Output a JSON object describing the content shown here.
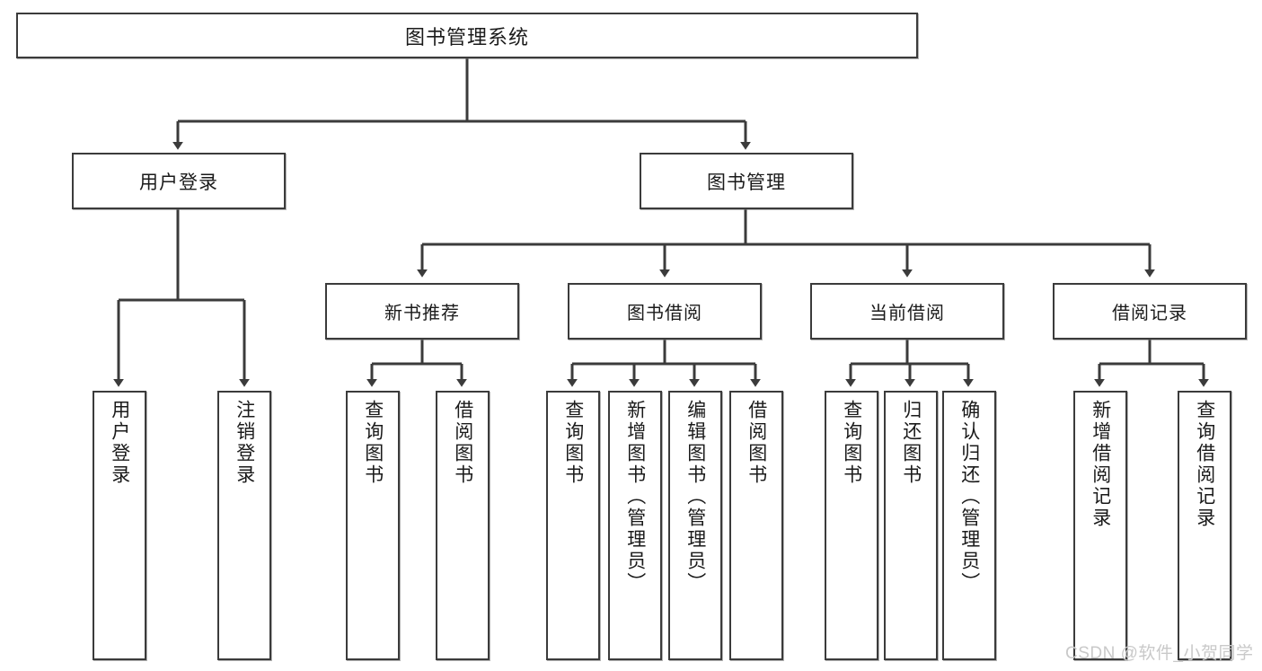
{
  "diagram": {
    "type": "hierarchy-tree",
    "title": "图书管理系统",
    "root": {
      "label": "图书管理系统"
    },
    "level1": [
      {
        "label": "用户登录"
      },
      {
        "label": "图书管理"
      }
    ],
    "level2": [
      {
        "label": "新书推荐"
      },
      {
        "label": "图书借阅"
      },
      {
        "label": "当前借阅"
      },
      {
        "label": "借阅记录"
      }
    ],
    "leaves": {
      "user_login": [
        {
          "label": "用户登录"
        },
        {
          "label": "注销登录"
        }
      ],
      "new_book_recommend": [
        {
          "label": "查询图书"
        },
        {
          "label": "借阅图书"
        }
      ],
      "book_borrow": [
        {
          "label": "查询图书"
        },
        {
          "label": "新增图书（管理员）"
        },
        {
          "label": "编辑图书（管理员）"
        },
        {
          "label": "借阅图书"
        }
      ],
      "current_borrow": [
        {
          "label": "查询图书"
        },
        {
          "label": "归还图书"
        },
        {
          "label": "确认归还（管理员）"
        }
      ],
      "borrow_record": [
        {
          "label": "新增借阅记录"
        },
        {
          "label": "查询借阅记录"
        }
      ]
    }
  },
  "watermark": {
    "text": "CSDN @软件_小贺同学"
  },
  "colors": {
    "stroke": "#3b3b3b",
    "background": "#ffffff",
    "text": "#1a1a1a",
    "watermark": "#c9c9c9"
  }
}
